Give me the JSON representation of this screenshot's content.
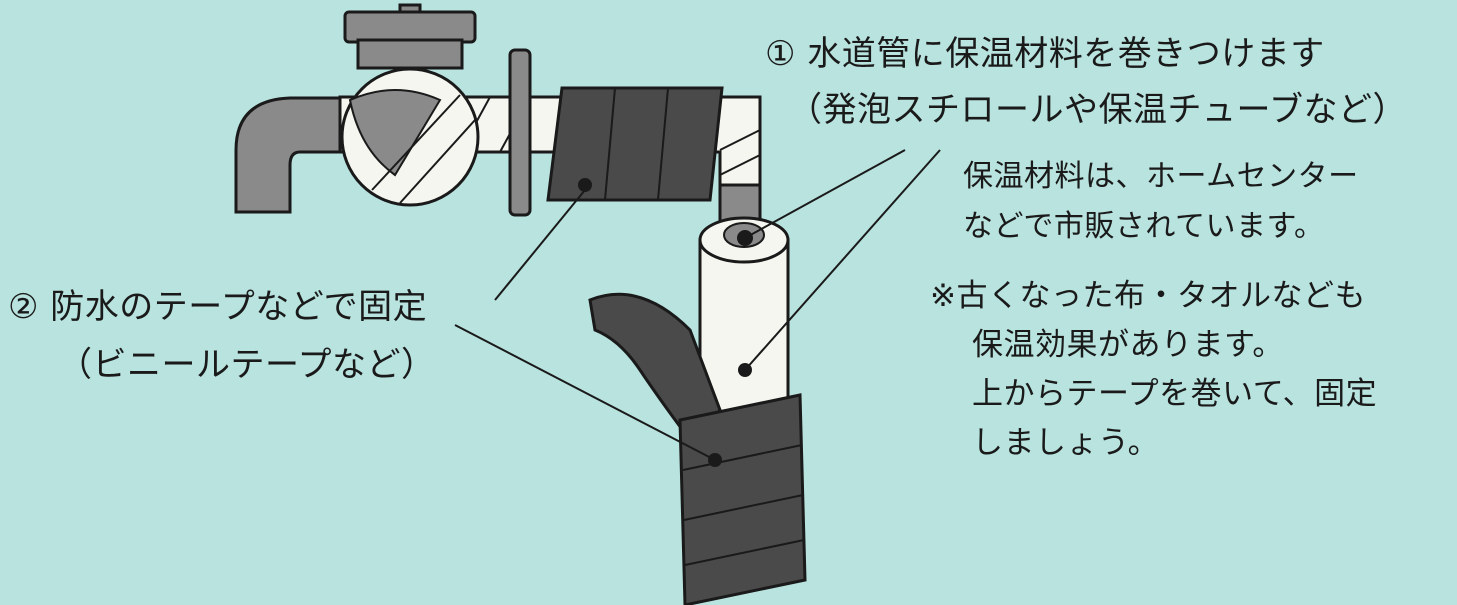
{
  "step1": {
    "title": "① 水道管に保温材料を巻きつけます",
    "note": "（発泡スチロールや保温チューブなど）"
  },
  "info": {
    "line1": "保温材料は、ホームセンター",
    "line2": "などで市販されています。"
  },
  "tip": {
    "line1": "※古くなった布・タオルなども",
    "line2": "保温効果があります。",
    "line3": "上からテープを巻いて、固定",
    "line4": "しましょう。"
  },
  "step2": {
    "title": "② 防水のテープなどで固定",
    "note": "（ビニールテープなど）"
  },
  "colors": {
    "background": "#b8e3df",
    "pipe_gray": "#8a8a8a",
    "tape_dark": "#4a4a4a",
    "insulation": "#f6f6f0",
    "outline": "#1a1a1a"
  },
  "icons": [
    "faucet-icon",
    "insulated-pipe-icon"
  ]
}
